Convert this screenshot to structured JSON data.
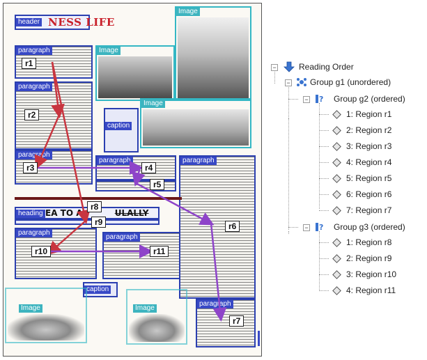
{
  "document": {
    "masthead": "NESS LIFE",
    "headline": "EA TO A",
    "headline_struck": "ULALLY",
    "region_types": {
      "header": "header",
      "paragraph": "paragraph",
      "image": "Image",
      "caption": "caption",
      "heading": "heading"
    },
    "region_labels": [
      "r1",
      "r2",
      "r3",
      "r4",
      "r5",
      "r6",
      "r7",
      "r8",
      "r9",
      "r10",
      "r11"
    ],
    "colors": {
      "paragraph_border": "#2b3fb0",
      "image_border": "#34b7c4",
      "arrow_red": "#c8353f",
      "arrow_purple": "#8e44c9"
    }
  },
  "tree": {
    "root": {
      "label": "Reading Order",
      "icon": "reading-order-arrow-icon"
    },
    "group_g1": {
      "label": "Group g1 (unordered)",
      "icon": "unordered-group-icon"
    },
    "group_g2": {
      "label": "Group g2 (ordered)",
      "icon": "ordered-group-icon",
      "items": [
        "1: Region r1",
        "2: Region r2",
        "3: Region r3",
        "4: Region r4",
        "5: Region r5",
        "6: Region r6",
        "7: Region r7"
      ]
    },
    "group_g3": {
      "label": "Group g3 (ordered)",
      "icon": "ordered-group-icon",
      "items": [
        "1: Region r8",
        "2: Region r9",
        "3: Region r10",
        "4: Region r11"
      ]
    },
    "expander_symbol": "−"
  }
}
